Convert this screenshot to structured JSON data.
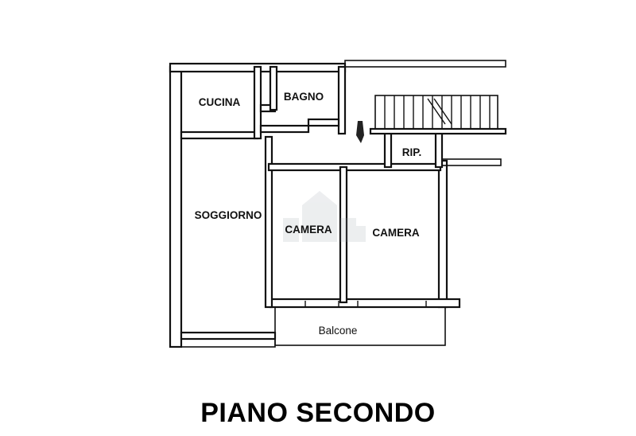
{
  "rooms": {
    "cucina": "CUCINA",
    "bagno": "BAGNO",
    "ripostiglio": "RIP.",
    "soggiorno": "SOGGIORNO",
    "camera_1": "CAMERA",
    "camera_2": "CAMERA",
    "balcone": "Balcone"
  },
  "floor_title": "PIANO SECONDO",
  "colors": {
    "lines": "#111111",
    "background": "#ffffff",
    "watermark": "#9aa3ad"
  }
}
